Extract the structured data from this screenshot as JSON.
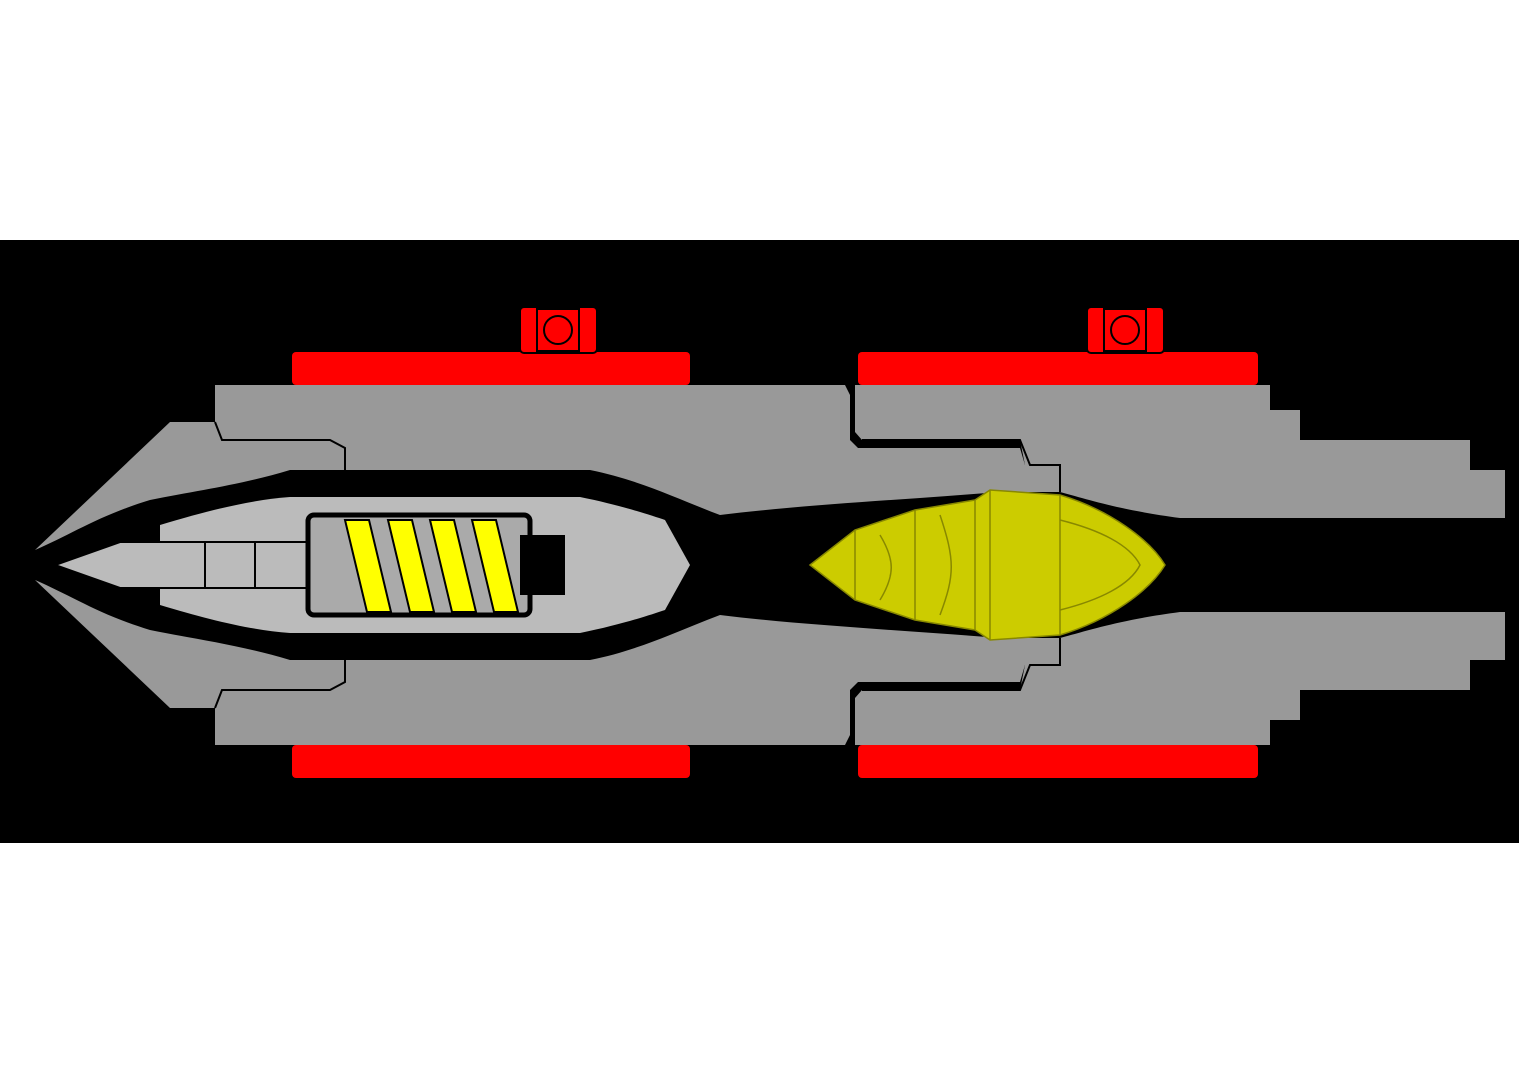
{
  "diagram": {
    "colors": {
      "background": "#ffffff",
      "band": "#000000",
      "housing": "#999999",
      "inner_body": "#bbbbbb",
      "seal": "#ff0000",
      "spring": "#ffff00",
      "rotor": "#cccc00",
      "outline": "#000000"
    },
    "parts": [
      "housing-left",
      "housing-right",
      "inner-body",
      "needle",
      "spring",
      "rotor",
      "seal-rings",
      "bearings"
    ]
  }
}
